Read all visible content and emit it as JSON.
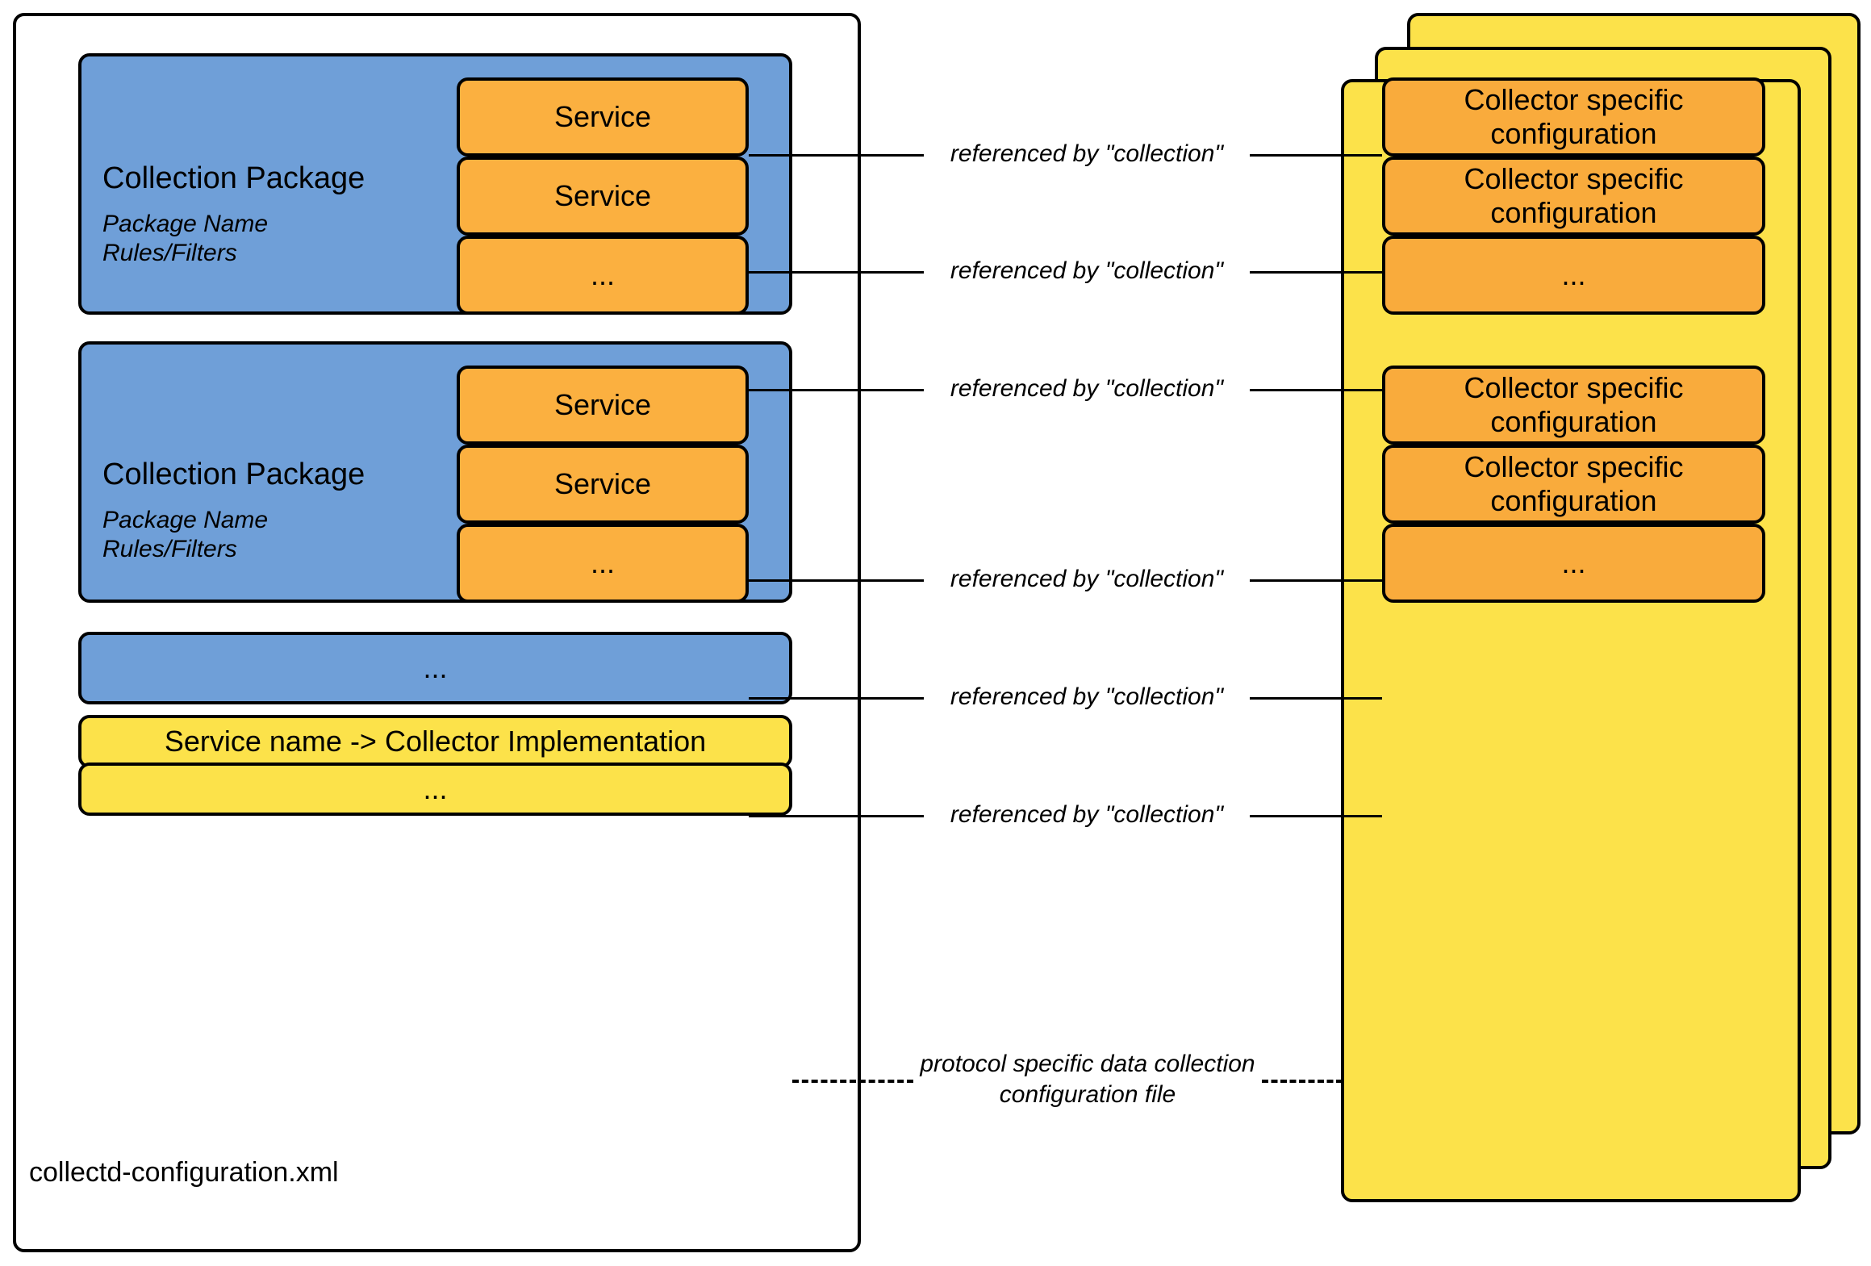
{
  "diagram": {
    "left_panel": {
      "caption": "collectd-configuration.xml",
      "packages": [
        {
          "title": "Collection Package",
          "subtitle_line1": "Package Name",
          "subtitle_line2": "Rules/Filters",
          "services": [
            "Service",
            "Service",
            "..."
          ]
        },
        {
          "title": "Collection Package",
          "subtitle_line1": "Package Name",
          "subtitle_line2": "Rules/Filters",
          "services": [
            "Service",
            "Service",
            "..."
          ]
        }
      ],
      "package_ellipsis": "...",
      "mapping_strip": "Service name -> Collector Implementation",
      "mapping_ellipsis": "..."
    },
    "right_stack": {
      "layers": 3,
      "collector_boxes": [
        "Collector specific configuration",
        "Collector specific configuration",
        "...",
        "Collector specific configuration",
        "Collector specific configuration",
        "..."
      ]
    },
    "connectors": {
      "reference_label": "referenced by \"collection\"",
      "reference_labels": [
        "referenced by \"collection\"",
        "referenced by \"collection\"",
        "referenced by \"collection\"",
        "referenced by \"collection\"",
        "referenced by \"collection\"",
        "referenced by \"collection\""
      ],
      "protocol_label_line1": "protocol specific data collection",
      "protocol_label_line2": "configuration file"
    },
    "colors": {
      "package_blue": "#6f9fd8",
      "service_orange": "#fbb040",
      "collector_orange": "#f9ab3c",
      "stack_yellow": "#fce24a",
      "stroke": "#000000",
      "background": "#ffffff"
    }
  }
}
